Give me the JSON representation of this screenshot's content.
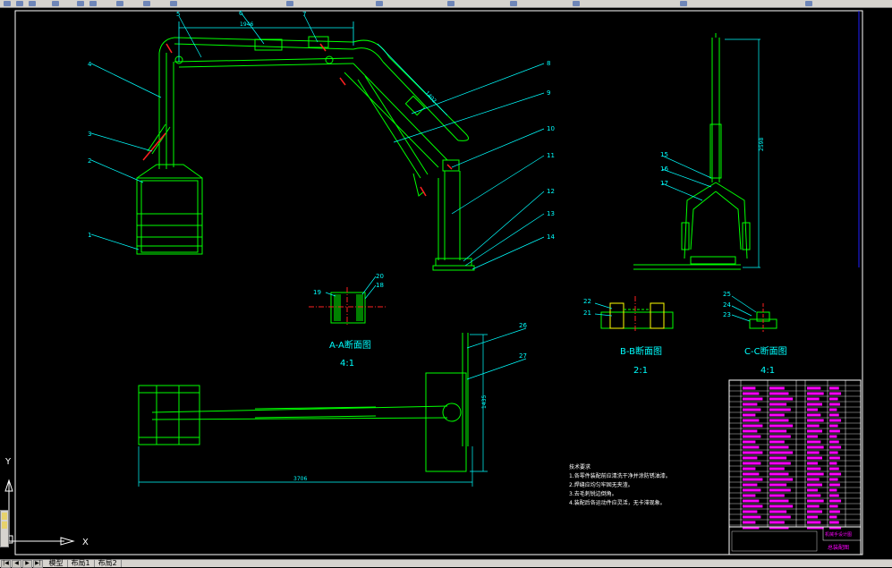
{
  "toolbar": {
    "buttons": [
      "btn1",
      "btn2",
      "btn3",
      "btn4",
      "btn5",
      "btn6",
      "btn7",
      "btn8",
      "btn9",
      "btn10",
      "btn11",
      "btn12",
      "btn13",
      "btn14",
      "btn15",
      "btn16"
    ]
  },
  "drawing": {
    "dim_top": "1946",
    "dim_diag": "1402",
    "dim_side_height": "2598",
    "dim_plan_width": "3706",
    "dim_plan_height": "1435",
    "balloons_main": [
      "1",
      "2",
      "3",
      "4",
      "5",
      "6",
      "7",
      "8",
      "9",
      "10",
      "11",
      "12",
      "13",
      "14"
    ],
    "balloons_side": [
      "15",
      "16",
      "17"
    ],
    "balloons_section_a": [
      "19",
      "20",
      "18"
    ],
    "balloons_section_b": [
      "22",
      "21"
    ],
    "balloons_section_c": [
      "25",
      "24",
      "23"
    ],
    "balloons_plan": [
      "26",
      "27"
    ],
    "section_a_title": "A-A断面图",
    "section_a_scale": "4:1",
    "section_b_title": "B-B断面图",
    "section_b_scale": "2:1",
    "section_c_title": "C-C断面图",
    "section_c_scale": "4:1",
    "notes_title": "技术要求",
    "notes": [
      "1.各零件装配前应清洗干净并涂防锈油漆。",
      "2.焊缝应均匀牢固无夹渣。",
      "3.去毛刺锐边倒角。",
      "4.装配后各运动件应灵活，无卡滞现象。"
    ],
    "title_block_name": "机械手设计图",
    "title_block_drawing": "总装配图"
  },
  "ucs": {
    "y_label": "Y",
    "x_label": "X"
  },
  "tabs": {
    "model": "模型",
    "layout1": "布局1",
    "layout2": "布局2",
    "arrows": [
      "|◀",
      "◀",
      "▶",
      "▶|"
    ]
  },
  "colors": {
    "geometry": "#00ff00",
    "dims": "#00ffff",
    "red": "#ff2020",
    "title_block": "#ff00ff",
    "frame": "#ffffff"
  }
}
